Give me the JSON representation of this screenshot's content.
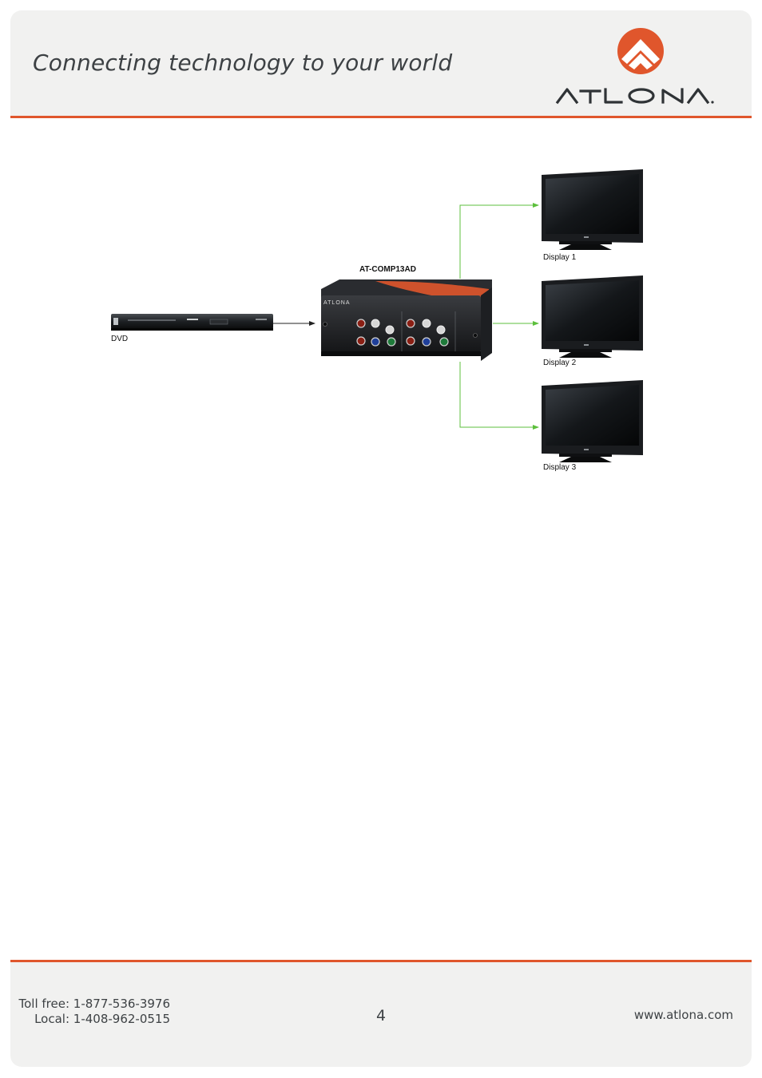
{
  "header": {
    "tagline": "Connecting technology to your world",
    "brand": "ATLONA"
  },
  "diagram": {
    "source_label": "DVD",
    "device_label": "AT-COMP13AD",
    "device_brand": "ATLONA",
    "displays": [
      "Display 1",
      "Display 2",
      "Display 3"
    ],
    "line_colors": {
      "input": "#222222",
      "output": "#5cbf3c"
    }
  },
  "footer": {
    "toll_free": "Toll free: 1-877-536-3976",
    "local": "Local: 1-408-962-0515",
    "page_number": "4",
    "website": "www.atlona.com"
  },
  "colors": {
    "accent": "#e0562c",
    "panel": "#f1f1f0",
    "text": "#3d4144"
  }
}
